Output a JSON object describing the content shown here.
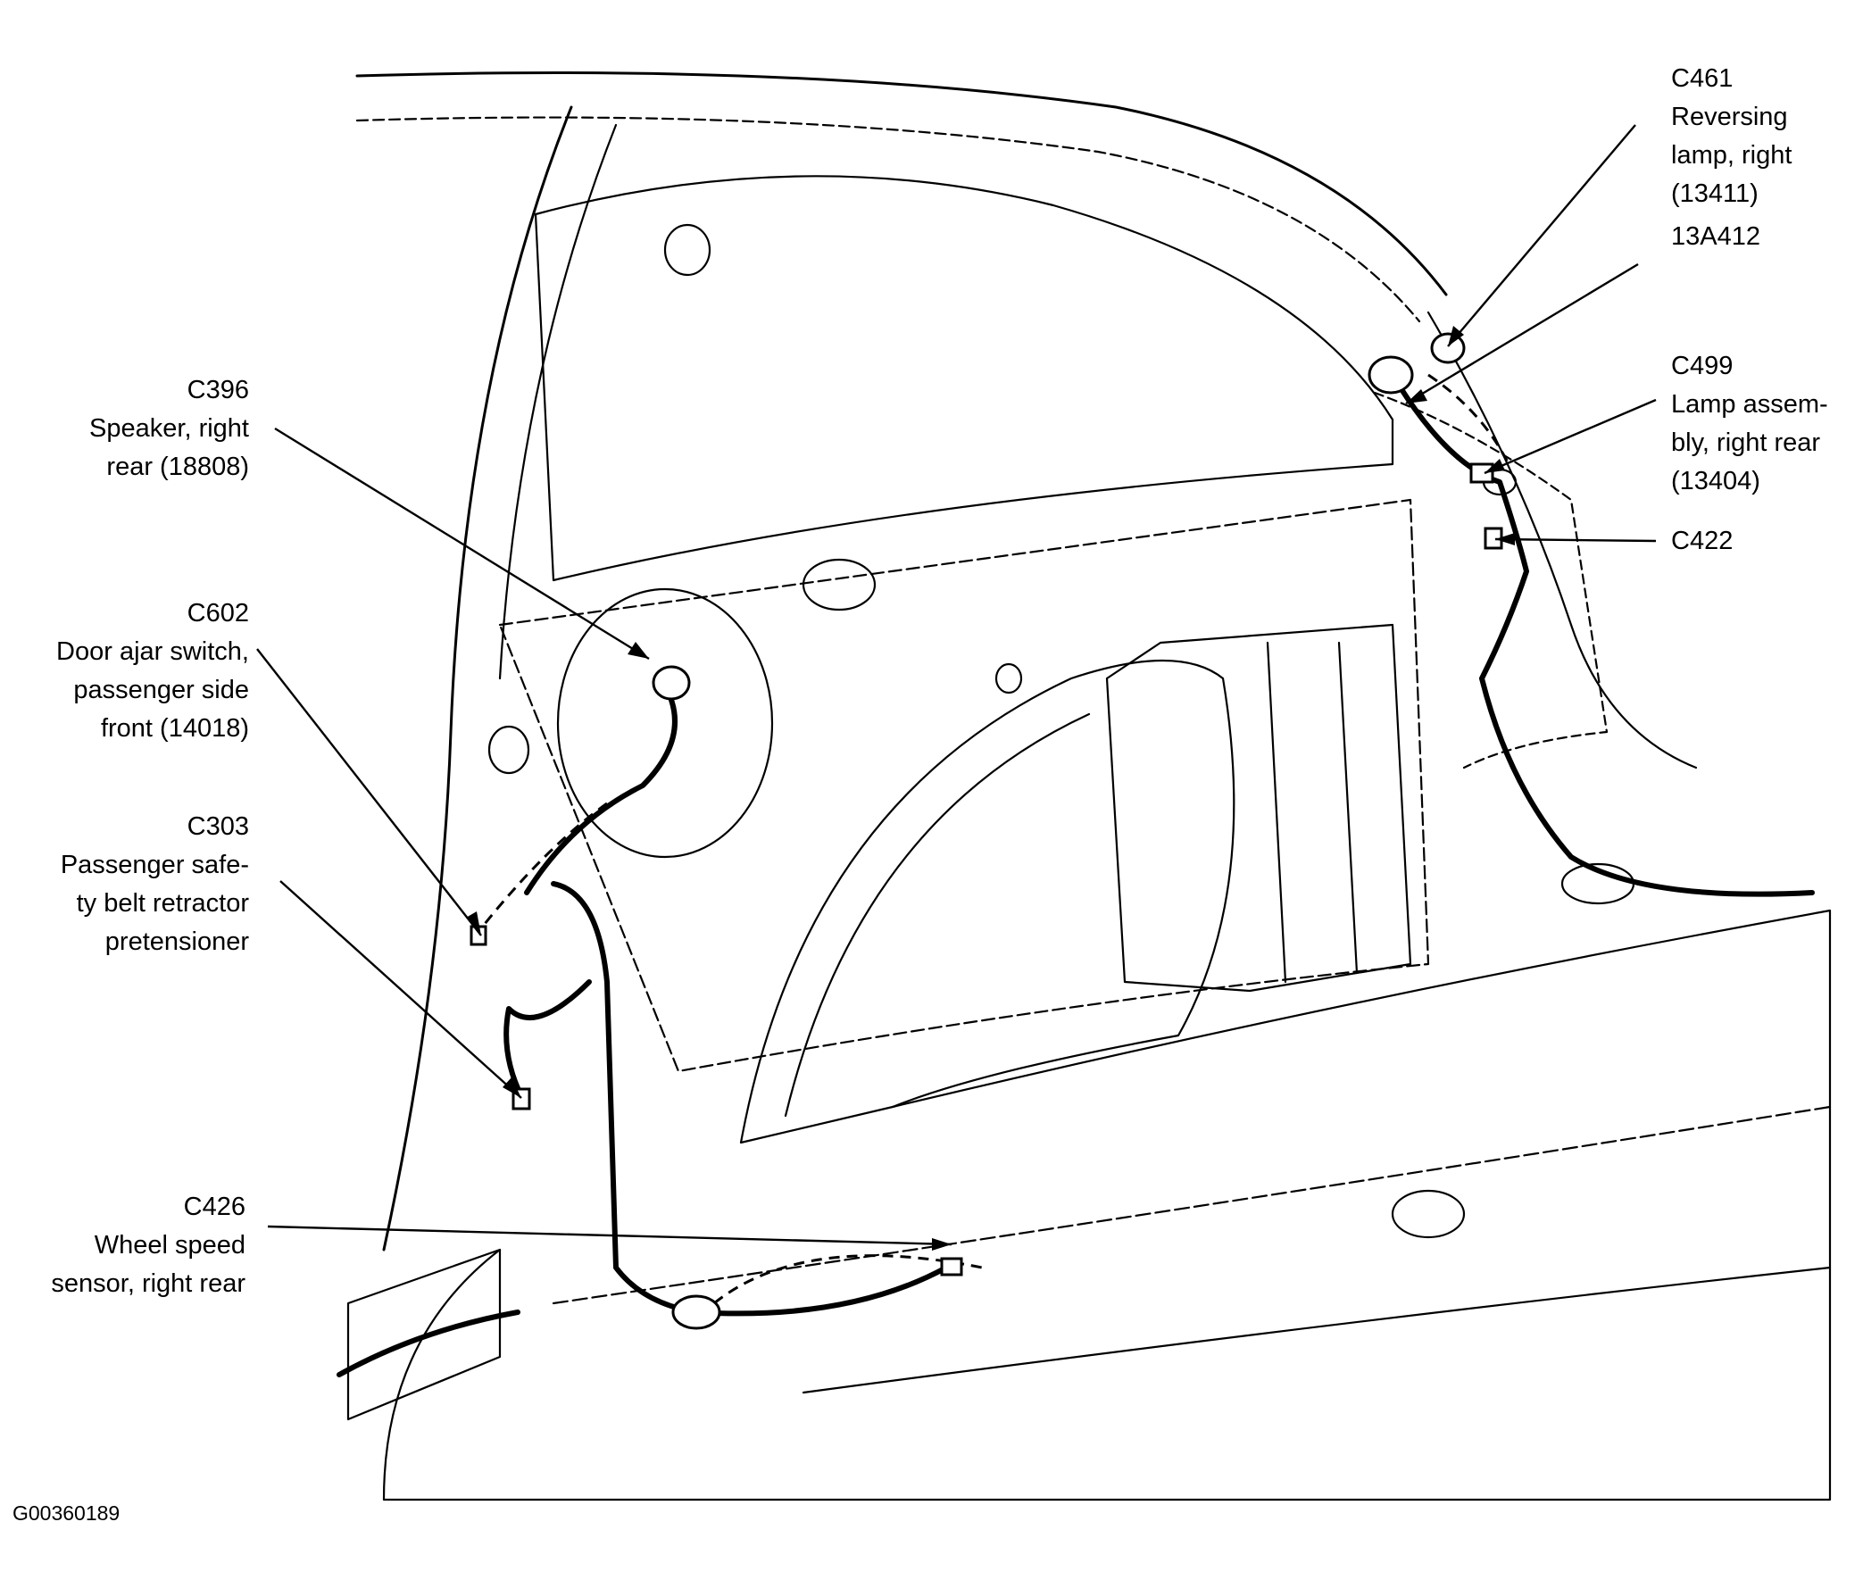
{
  "callouts": {
    "c396": {
      "code": "C396",
      "line1": "Speaker, right",
      "line2": "rear (18808)"
    },
    "c602": {
      "code": "C602",
      "line1": "Door ajar switch,",
      "line2": "passenger side",
      "line3": "front (14018)"
    },
    "c303": {
      "code": "C303",
      "line1": "Passenger safe-",
      "line2": "ty belt retractor",
      "line3": "pretensioner"
    },
    "c426": {
      "code": "C426",
      "line1": "Wheel speed",
      "line2": "sensor, right rear"
    },
    "c461": {
      "code": "C461",
      "line1": "Reversing",
      "line2": "lamp, right",
      "line3": "(13411)"
    },
    "h13a412": {
      "code": "13A412"
    },
    "c499": {
      "code": "C499",
      "line1": "Lamp assem-",
      "line2": "bly, right rear",
      "line3": "(13404)"
    },
    "c422": {
      "code": "C422"
    }
  },
  "figure_id": "G00360189",
  "colors": {
    "ink": "#000000",
    "paper": "#ffffff"
  }
}
